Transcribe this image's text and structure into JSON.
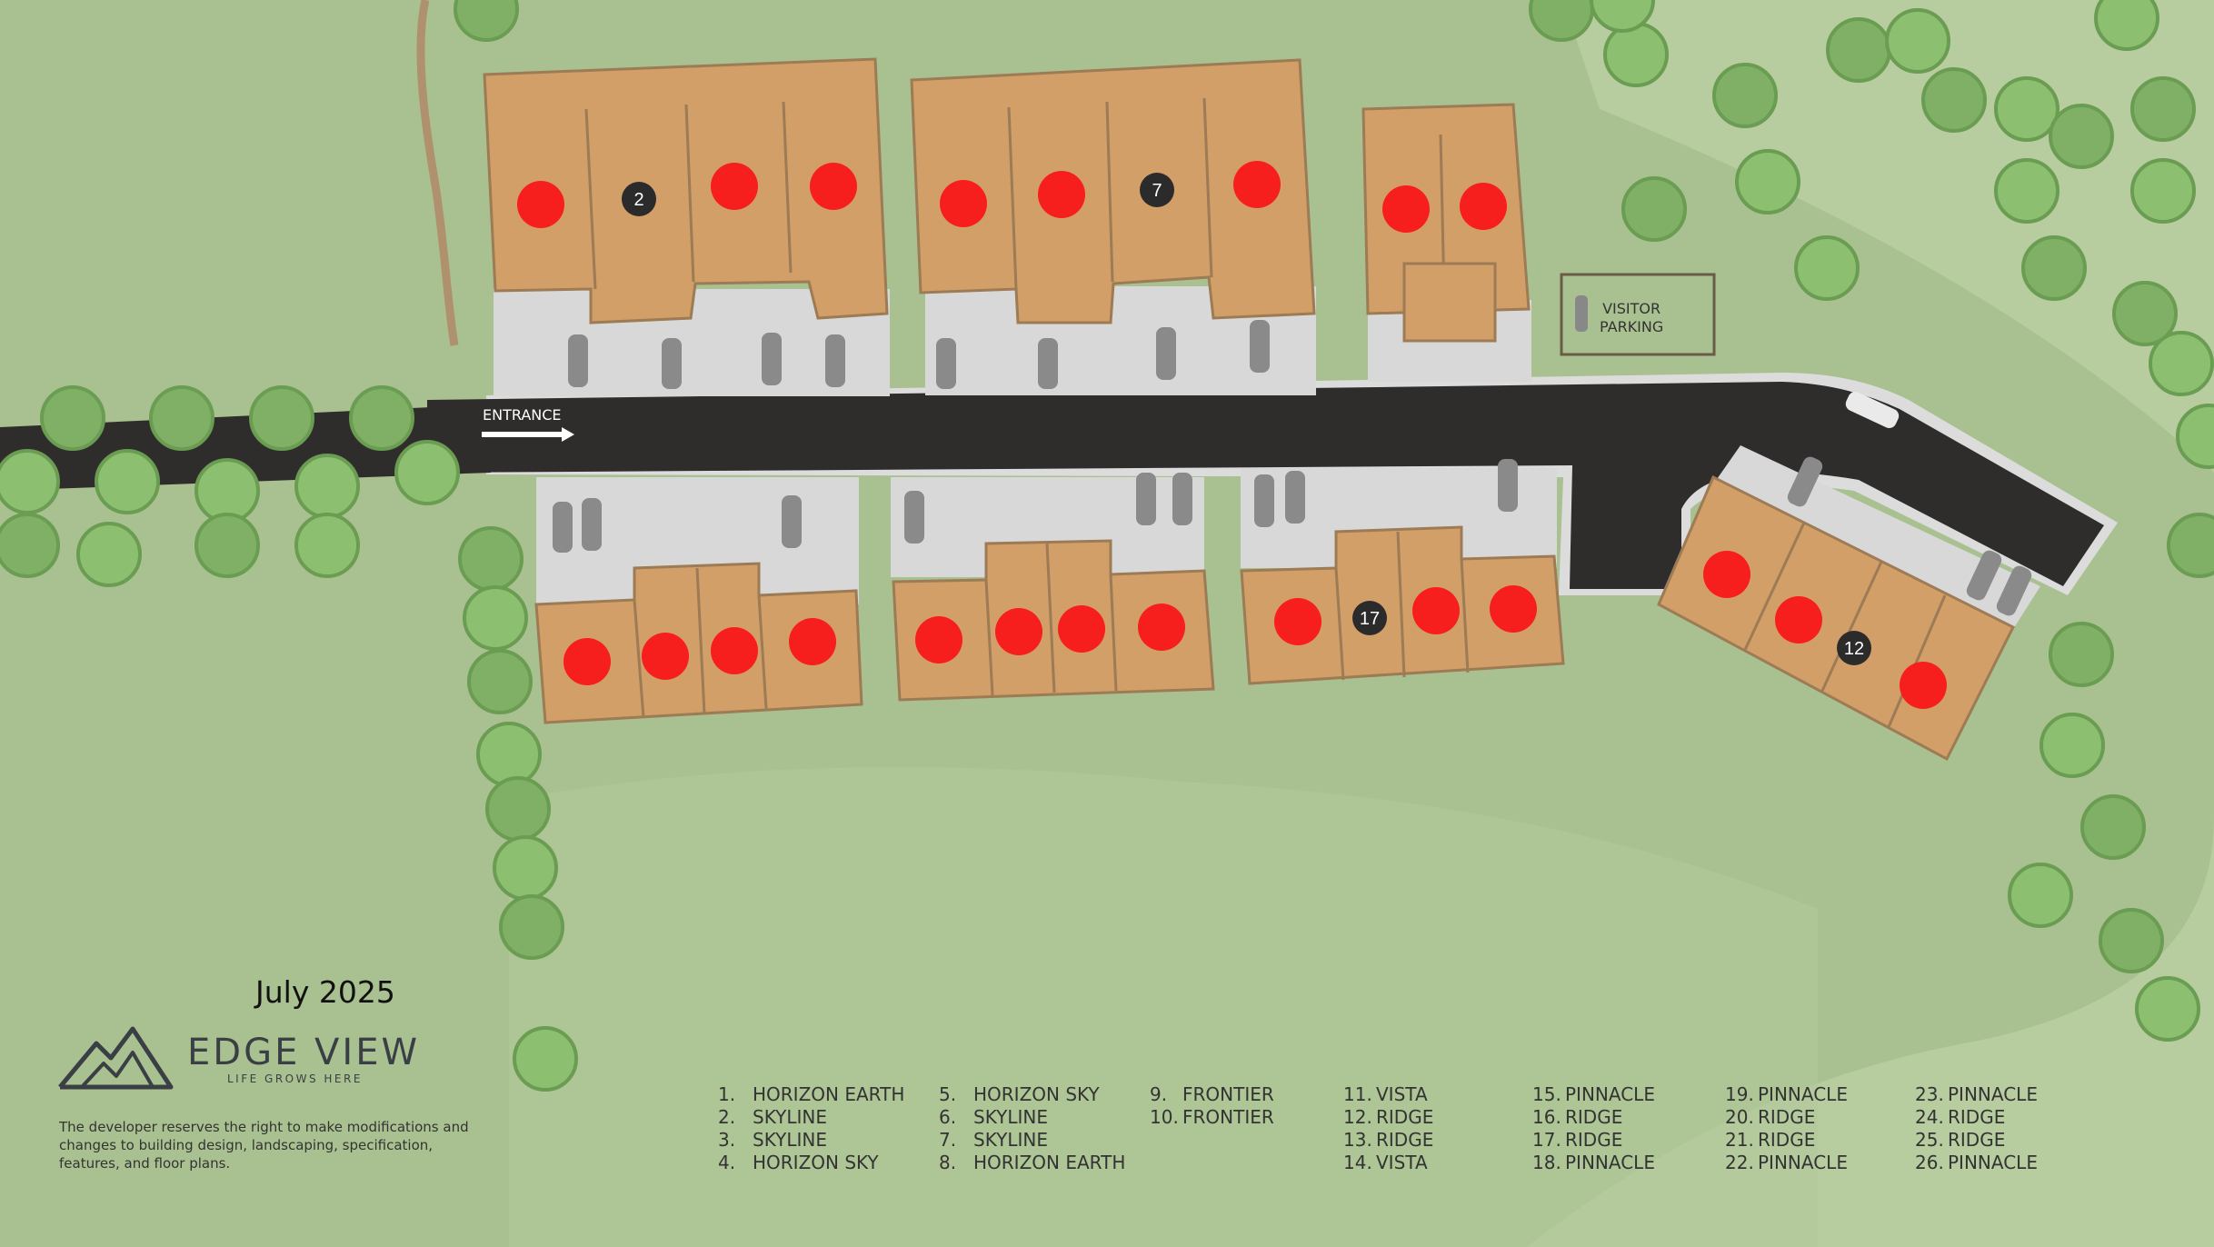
{
  "date_label": "July 2025",
  "brand": {
    "name": "EDGE VIEW",
    "tagline": "LIFE GROWS HERE",
    "icon": "mountain-logo-icon"
  },
  "disclaimer": "The developer reserves the right to make modifications and changes to building design, landscaping, specification, features, and floor plans.",
  "map_labels": {
    "entrance": "ENTRANCE",
    "visitor_line1": "VISITOR",
    "visitor_line2": "PARKING"
  },
  "markers": {
    "numbers": [
      "2",
      "7",
      "17",
      "12"
    ],
    "sold_color": "#f71e1e",
    "badge_color": "#2b2b2b"
  },
  "colors": {
    "grass": "#a9c190",
    "road": "#2f2c2c",
    "lot": "#d29f68",
    "driveway": "#d8d8d8"
  },
  "legend": [
    [
      {
        "n": "1.",
        "name": "HORIZON EARTH"
      },
      {
        "n": "2.",
        "name": "SKYLINE"
      },
      {
        "n": "3.",
        "name": "SKYLINE"
      },
      {
        "n": "4.",
        "name": "HORIZON SKY"
      }
    ],
    [
      {
        "n": "5.",
        "name": "HORIZON SKY"
      },
      {
        "n": "6.",
        "name": "SKYLINE"
      },
      {
        "n": "7.",
        "name": "SKYLINE"
      },
      {
        "n": "8.",
        "name": "HORIZON EARTH"
      }
    ],
    [
      {
        "n": "9.",
        "name": "FRONTIER"
      },
      {
        "n": "10.",
        "name": "FRONTIER"
      }
    ],
    [
      {
        "n": "11.",
        "name": "VISTA"
      },
      {
        "n": "12.",
        "name": "RIDGE"
      },
      {
        "n": "13.",
        "name": "RIDGE"
      },
      {
        "n": "14.",
        "name": "VISTA"
      }
    ],
    [
      {
        "n": "15.",
        "name": "PINNACLE"
      },
      {
        "n": "16.",
        "name": "RIDGE"
      },
      {
        "n": "17.",
        "name": "RIDGE"
      },
      {
        "n": "18.",
        "name": "PINNACLE"
      }
    ],
    [
      {
        "n": "19.",
        "name": "PINNACLE"
      },
      {
        "n": "20.",
        "name": "RIDGE"
      },
      {
        "n": "21.",
        "name": "RIDGE"
      },
      {
        "n": "22.",
        "name": "PINNACLE"
      }
    ],
    [
      {
        "n": "23.",
        "name": "PINNACLE"
      },
      {
        "n": "24.",
        "name": "RIDGE"
      },
      {
        "n": "25.",
        "name": "RIDGE"
      },
      {
        "n": "26.",
        "name": "PINNACLE"
      }
    ]
  ]
}
